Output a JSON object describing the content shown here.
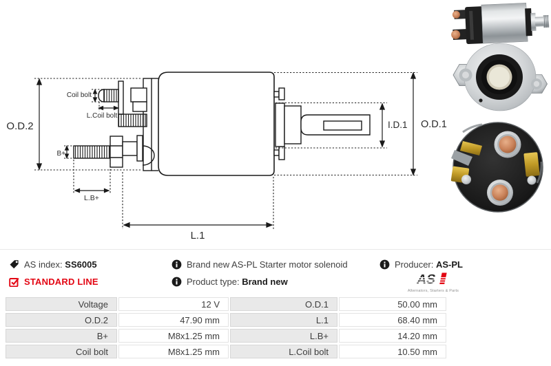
{
  "diagram": {
    "od2": "O.D.2",
    "od1": "O.D.1",
    "id1": "I.D.1",
    "l1": "L.1",
    "coil_bolt": "Coil bolt",
    "l_coil_bolt": "L.Coil bolt",
    "b_plus": "B+",
    "l_b_plus": "L.B+"
  },
  "info": {
    "as_index_label": "AS index:",
    "as_index_value": "SS6005",
    "standard_line": "STANDARD LINE",
    "description": "Brand new AS-PL Starter motor solenoid",
    "product_type_label": "Product type:",
    "product_type_value": "Brand new",
    "producer_label": "Producer:",
    "producer_value": "AS-PL",
    "logo_text": "AS",
    "logo_tagline": "Alternators, Starters & Parts"
  },
  "colors": {
    "accent_red": "#e30613",
    "line_black": "#1a1a1a",
    "table_label_bg": "#e9e9e9"
  },
  "spec_table": {
    "left": [
      [
        "Voltage",
        "12 V"
      ],
      [
        "O.D.2",
        "47.90 mm"
      ],
      [
        "B+",
        "M8x1.25 mm"
      ],
      [
        "Coil bolt",
        "M8x1.25 mm"
      ]
    ],
    "right": [
      [
        "O.D.1",
        "50.00 mm"
      ],
      [
        "L.1",
        "68.40 mm"
      ],
      [
        "L.B+",
        "14.20 mm"
      ],
      [
        "L.Coil bolt",
        "10.50 mm"
      ]
    ]
  }
}
